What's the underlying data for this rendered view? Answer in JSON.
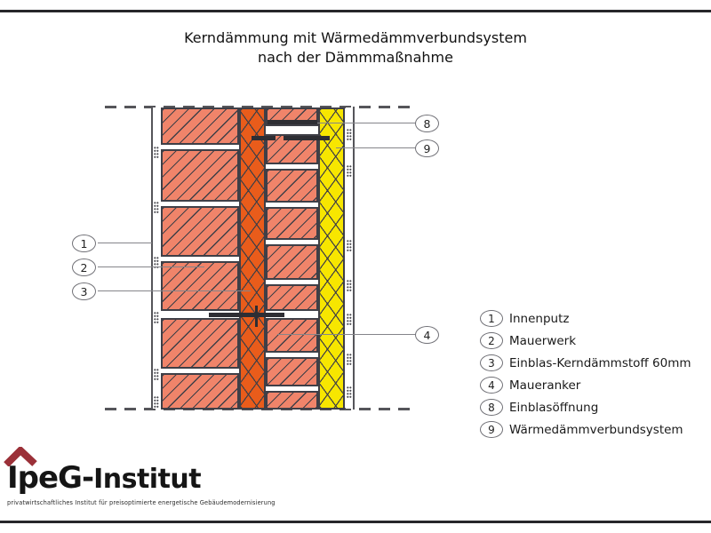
{
  "title": {
    "line1": "Kerndämmung mit Wärmedämmverbundsystem",
    "line2": "nach der Dämmmaßnahme"
  },
  "legend": {
    "items": [
      {
        "num": "1",
        "label": "Innenputz"
      },
      {
        "num": "2",
        "label": "Mauerwerk"
      },
      {
        "num": "3",
        "label": "Einblas-Kerndämmstoff 60mm"
      },
      {
        "num": "4",
        "label": "Maueranker"
      },
      {
        "num": "8",
        "label": "Einblasöffnung"
      },
      {
        "num": "9",
        "label": "Wärmedämmverbundsystem"
      }
    ]
  },
  "logo": {
    "brand_bold": "IpeG-",
    "brand_rest": "Institut",
    "tagline": "privatwirtschaftliches Institut für preisoptimierte energetische Gebäudemodernisierung"
  },
  "colors": {
    "masonry": "#f0846a",
    "core": "#e95c1b",
    "wdvs": "#f7e600",
    "outline": "#3f3f47",
    "line": "#55555a",
    "leader": "#85858a",
    "logored": "#9b3038",
    "text": "#1a1a1a"
  }
}
